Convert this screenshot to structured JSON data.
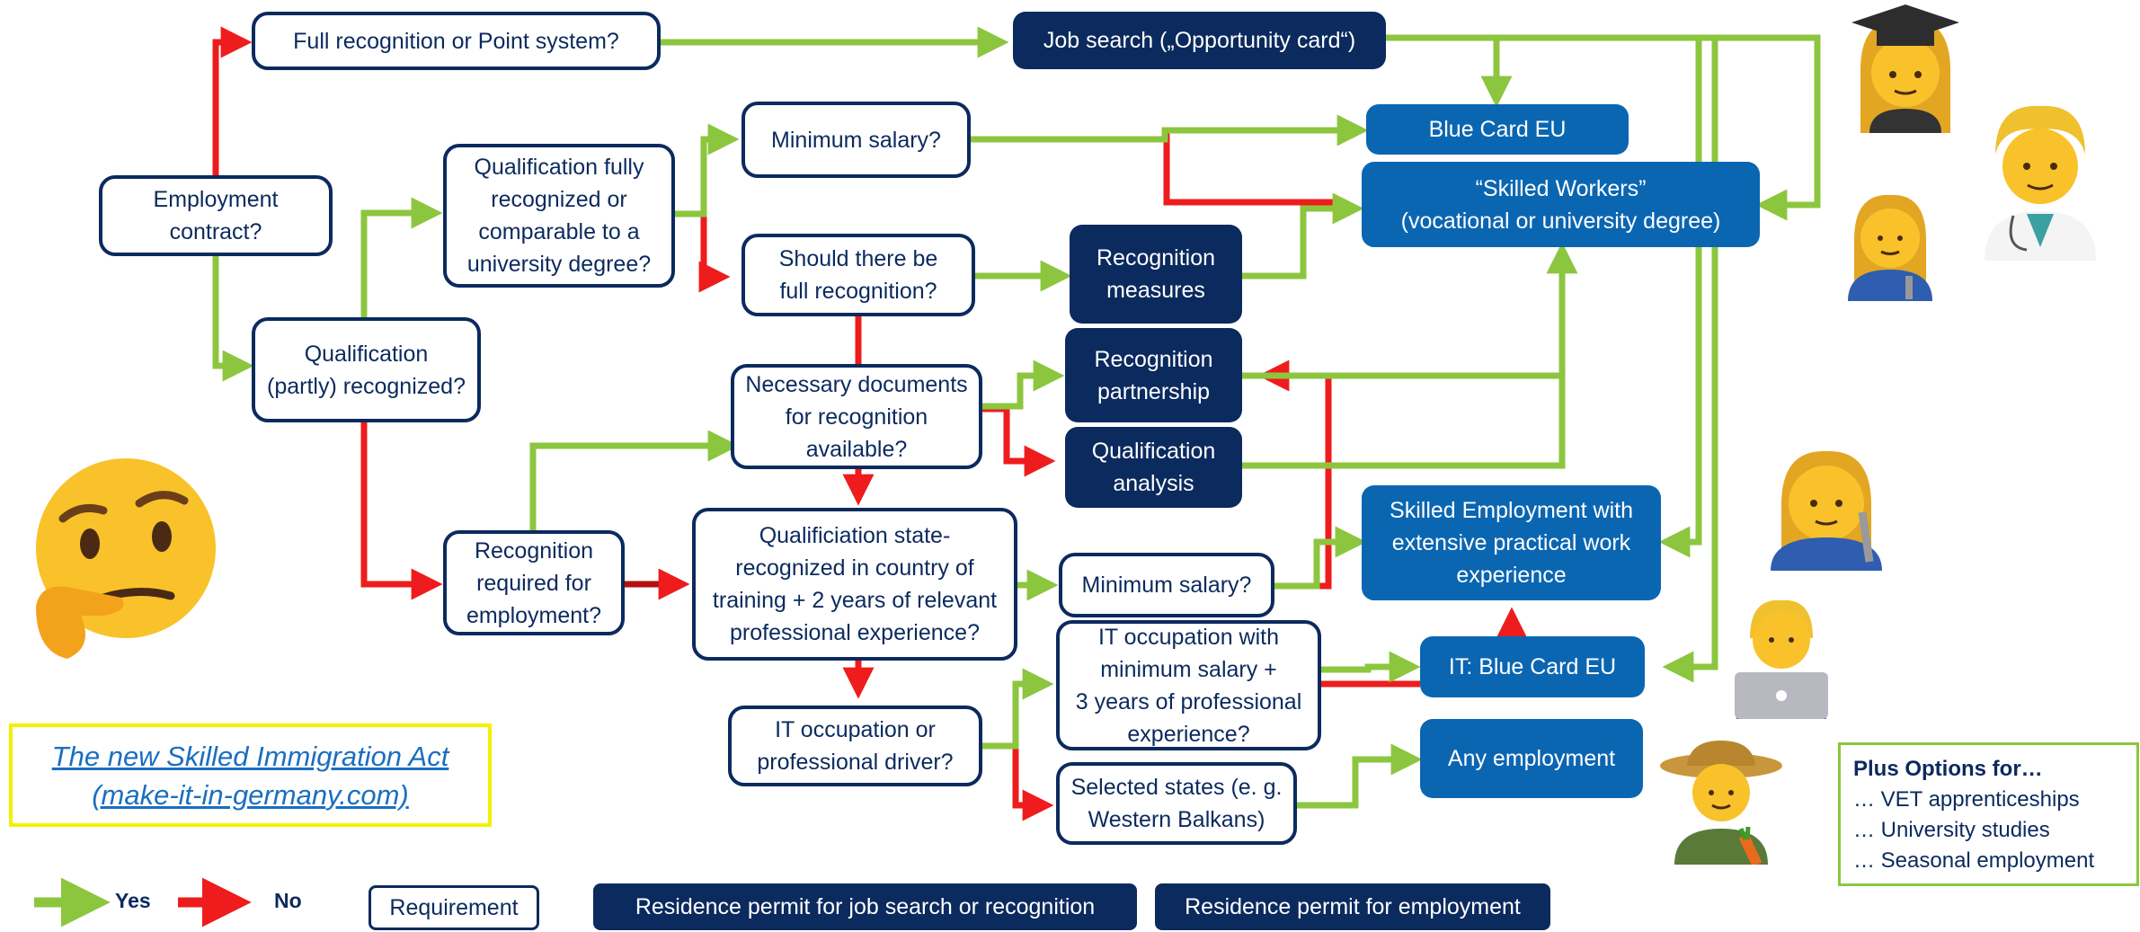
{
  "colors": {
    "yes": "#8cc63f",
    "no": "#ee1c1c",
    "navy": "#0b2a5e",
    "blue": "#0b66b2",
    "highlight": "#f2f200"
  },
  "boxes": {
    "employment_contract": "Employment\ncontract?",
    "full_or_points": "Full recognition or Point system?",
    "job_search": "Job search („Opportunity card“)",
    "qual_partly": "Qualification\n(partly) recognized?",
    "qual_fully": "Qualification fully\nrecognized or\ncomparable to a\nuniversity degree?",
    "min_salary_1": "Minimum salary?",
    "full_recognition_q": "Should there be\nfull recognition?",
    "recog_measures": "Recognition\nmeasures",
    "necessary_docs": "Necessary documents\nfor recognition\navailable?",
    "recog_partnership": "Recognition\npartnership",
    "qual_analysis": "Qualification\nanalysis",
    "recog_required": "Recognition\nrequired for\nemployment?",
    "state_recognized": "Qualificiation state-\nrecognized in country of\ntraining + 2 years of relevant\nprofessional experience?",
    "min_salary_2": "Minimum salary?",
    "it_or_driver": "IT occupation or\nprofessional driver?",
    "it_min_salary": "IT occupation with\nminimum salary +\n3 years of professional\nexperience?",
    "selected_states": "Selected states (e. g.\nWestern Balkans)",
    "blue_card": "Blue Card EU",
    "skilled_workers": "“Skilled Workers”\n(vocational or university degree)",
    "skilled_employment": "Skilled Employment with\nextensive practical work\nexperience",
    "it_blue_card": "IT: Blue Card EU",
    "any_employment": "Any employment"
  },
  "link": {
    "line1": "The new Skilled Immigration Act",
    "line2": "(make-it-in-germany.com)"
  },
  "plus_options": {
    "heading": "Plus Options for…",
    "items": [
      "… VET apprenticeships",
      "… University studies",
      "… Seasonal employment"
    ]
  },
  "legend": {
    "yes": "Yes",
    "no": "No",
    "requirement": "Requirement",
    "residence_job_search": "Residence permit for job search or recognition",
    "residence_employment": "Residence permit for employment"
  },
  "icons": [
    "thinking-face-icon",
    "graduate-woman-icon",
    "doctor-man-icon",
    "mechanic-woman-icon",
    "mechanic-woman-large-icon",
    "technologist-icon",
    "farmer-icon"
  ]
}
